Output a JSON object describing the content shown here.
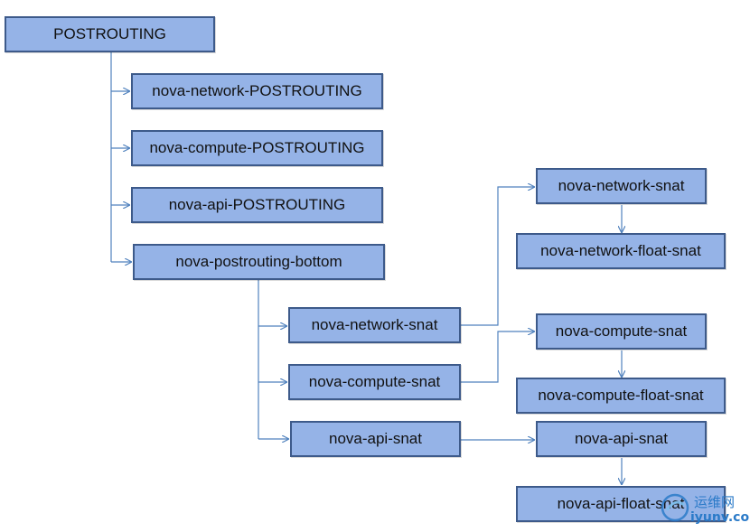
{
  "nodes": {
    "postrouting": "POSTROUTING",
    "nova_network_postrouting": "nova-network-POSTROUTING",
    "nova_compute_postrouting": "nova-compute-POSTROUTING",
    "nova_api_postrouting": "nova-api-POSTROUTING",
    "nova_postrouting_bottom": "nova-postrouting-bottom",
    "nova_network_snat_left": "nova-network-snat",
    "nova_compute_snat_left": "nova-compute-snat",
    "nova_api_snat_left": "nova-api-snat",
    "nova_network_snat_right": "nova-network-snat",
    "nova_network_float_snat": "nova-network-float-snat",
    "nova_compute_snat_right": "nova-compute-snat",
    "nova_compute_float_snat": "nova-compute-float-snat",
    "nova_api_snat_right": "nova-api-snat",
    "nova_api_float_snat": "nova-api-float-snat"
  },
  "watermark": {
    "chinese": "运维网",
    "url": "iyunv.com"
  },
  "colors": {
    "node_fill": "#95b3e7",
    "node_border": "#3d5a8a",
    "edge": "#4f81bd"
  }
}
